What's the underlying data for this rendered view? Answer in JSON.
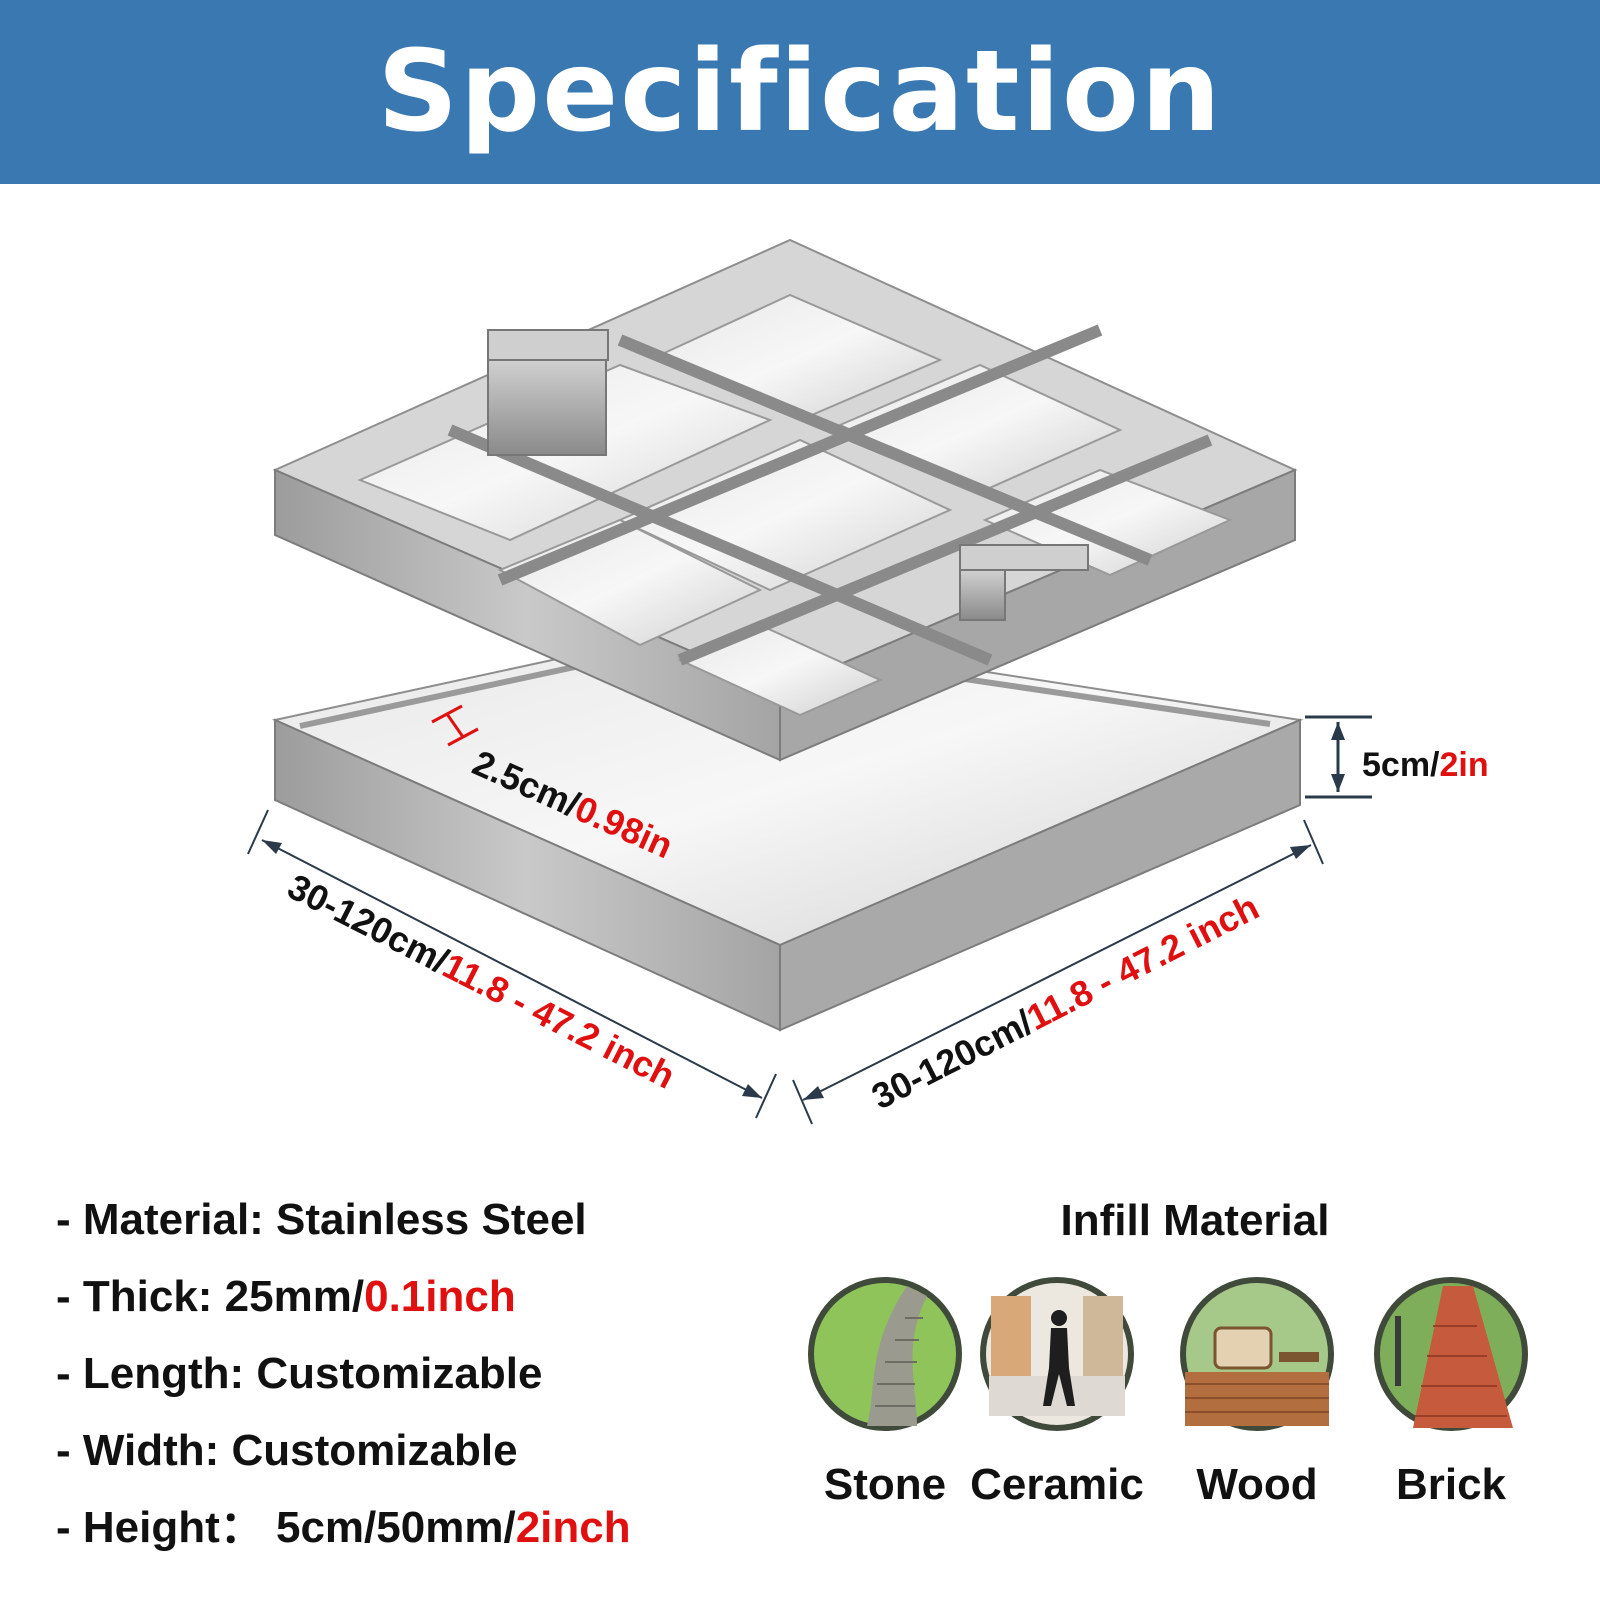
{
  "header": {
    "title": "Specification"
  },
  "dimensions": {
    "height_label": {
      "metric": "5cm/",
      "imperial": "2in"
    },
    "thickness_label": {
      "metric": "2.5cm/",
      "imperial": "0.98in"
    },
    "left_length_label": {
      "metric": "30-120cm/",
      "imperial": "11.8 - 47.2 inch"
    },
    "right_length_label": {
      "metric": "30-120cm/",
      "imperial": "11.8 - 47.2 inch"
    }
  },
  "specs": [
    {
      "label": "- Material: Stainless Steel",
      "highlight": ""
    },
    {
      "label": "- Thick: 25mm/",
      "highlight": "0.1inch"
    },
    {
      "label": "- Length: Customizable",
      "highlight": ""
    },
    {
      "label": "- Width: Customizable",
      "highlight": ""
    },
    {
      "label": "- Height： 5cm/50mm/",
      "highlight": "2inch"
    }
  ],
  "infill": {
    "title": "Infill Material",
    "items": [
      {
        "label": "Stone",
        "icon": "stone-path-icon"
      },
      {
        "label": "Ceramic",
        "icon": "ceramic-floor-icon"
      },
      {
        "label": "Wood",
        "icon": "wood-deck-icon"
      },
      {
        "label": "Brick",
        "icon": "brick-path-icon"
      }
    ]
  },
  "colors": {
    "banner": "#3a78b2",
    "highlight": "#e01010",
    "text": "#111111",
    "steel": "#b4b4b4"
  }
}
